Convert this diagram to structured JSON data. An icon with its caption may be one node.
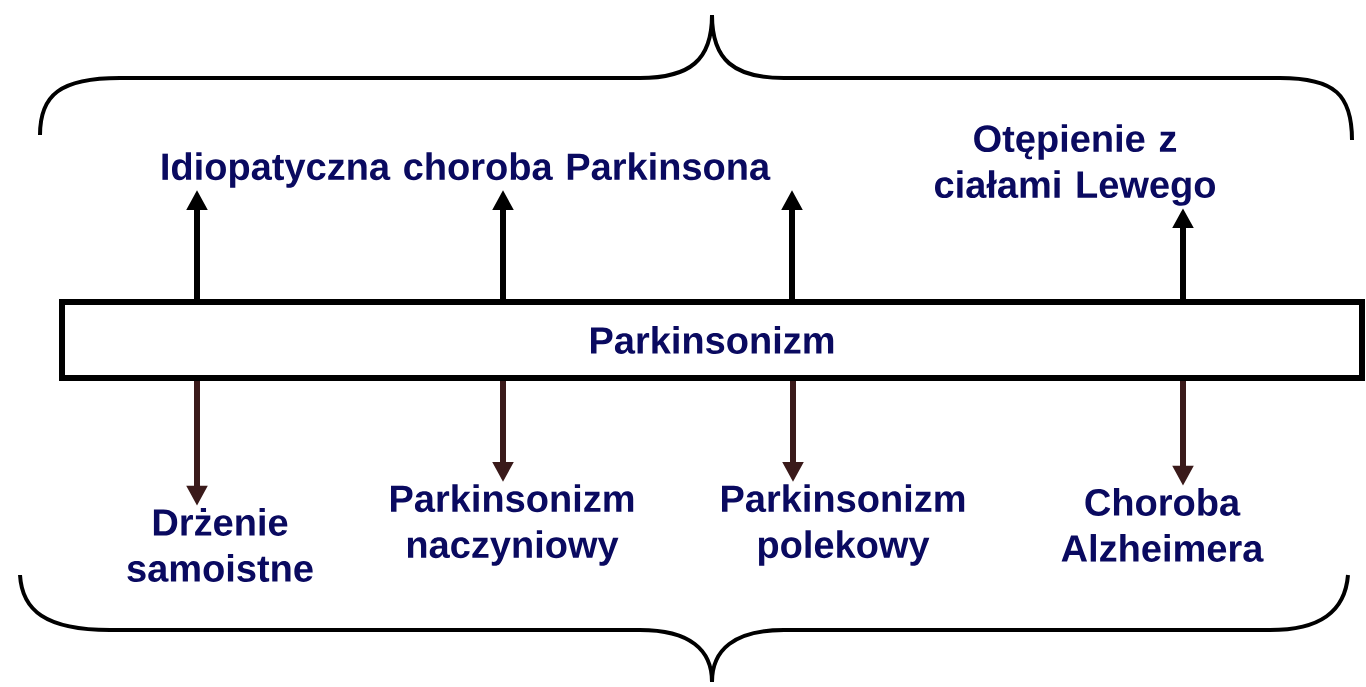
{
  "diagram": {
    "nodes": [
      {
        "text": [
          "Parkinsonizm"
        ]
      },
      {
        "text": [
          "Idiopatyczna choroba Parkinsona"
        ]
      },
      {
        "text": [
          "Otępienie z ciałami Lewego"
        ]
      },
      {
        "text": [
          "Drżenie samoistne"
        ]
      },
      {
        "text": [
          "Parkinsonizm naczyniowy"
        ]
      },
      {
        "text": [
          "Parkinsonizm polekowy"
        ]
      },
      {
        "text": [
          "Choroba Alzheimera"
        ]
      }
    ],
    "edges": [
      {
        "from": 0,
        "to": 1,
        "arrow": "to"
      },
      {
        "from": 0,
        "to": 1,
        "arrow": "to"
      },
      {
        "from": 0,
        "to": 1,
        "arrow": "to"
      },
      {
        "from": 0,
        "to": 2,
        "arrow": "to"
      },
      {
        "from": 0,
        "to": 3,
        "arrow": "to",
        "color": "#3a1a1a"
      },
      {
        "from": 0,
        "to": 4,
        "arrow": "to",
        "color": "#3a1a1a"
      },
      {
        "from": 0,
        "to": 5,
        "arrow": "to",
        "color": "#3a1a1a"
      },
      {
        "from": 0,
        "to": 6,
        "arrow": "to",
        "color": "#3a1a1a"
      }
    ]
  }
}
